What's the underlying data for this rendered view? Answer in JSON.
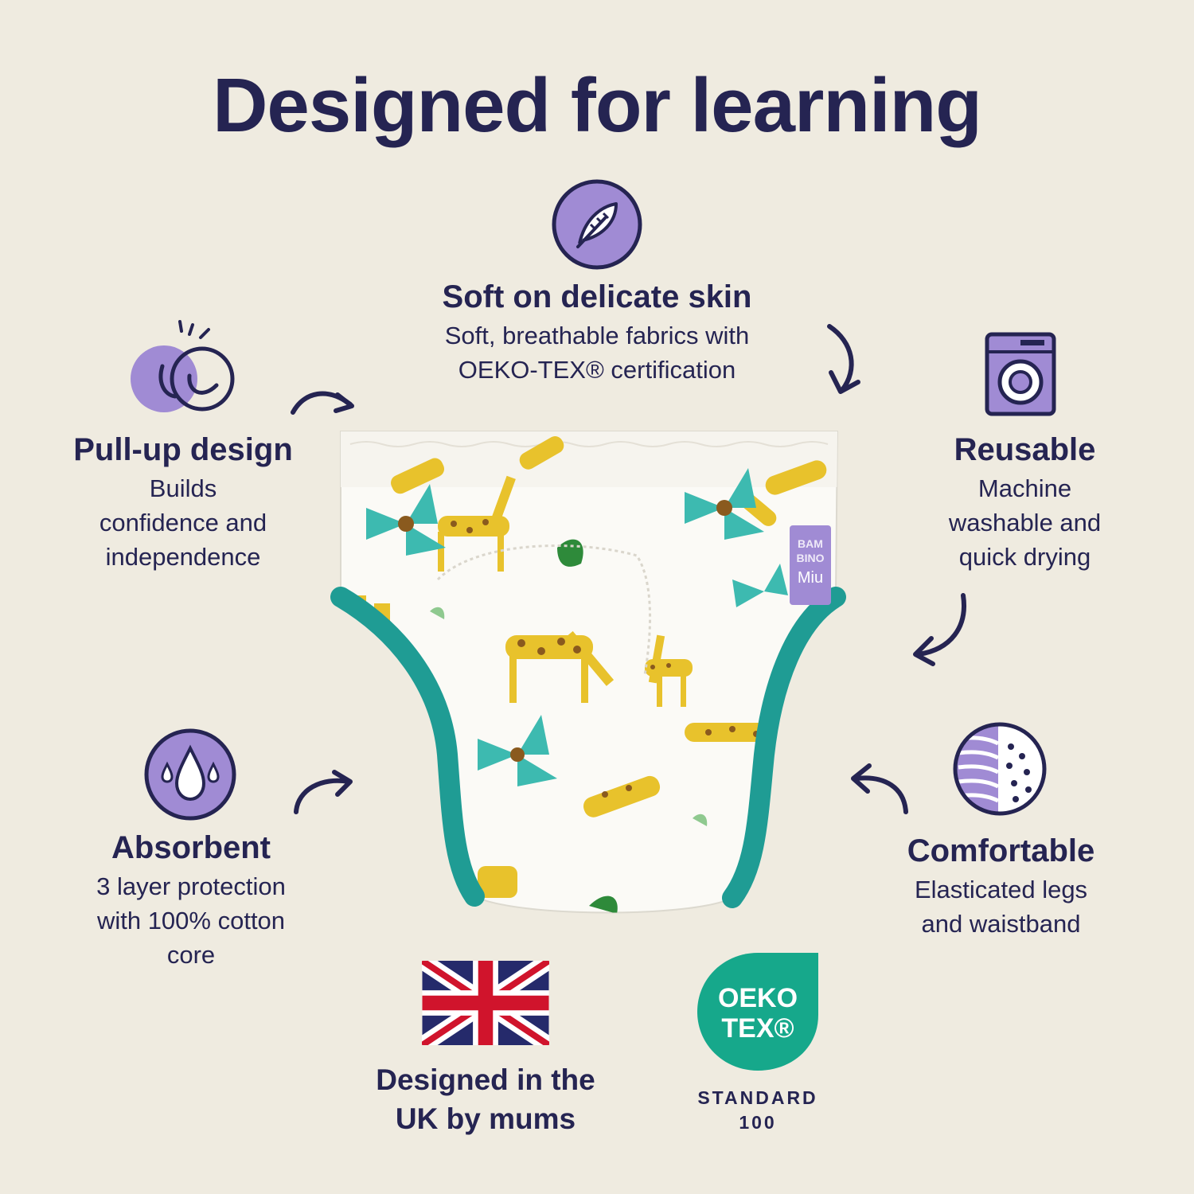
{
  "title": "Designed for learning",
  "features": {
    "soft": {
      "title": "Soft on delicate skin",
      "line1": "Soft, breathable fabrics with",
      "line2": "OEKO-TEX® certification",
      "icon": "feather-icon"
    },
    "pullup": {
      "title": "Pull-up design",
      "line1": "Builds",
      "line2": "confidence and",
      "line3": "independence",
      "icon": "happy-faces-icon"
    },
    "reusable": {
      "title": "Reusable",
      "line1": "Machine",
      "line2": "washable and",
      "line3": "quick drying",
      "icon": "washing-machine-icon"
    },
    "absorbent": {
      "title": "Absorbent",
      "line1": "3 layer protection",
      "line2": "with 100% cotton",
      "line3": "core",
      "icon": "water-drops-icon"
    },
    "comfortable": {
      "title": "Comfortable",
      "line1": "Elasticated legs",
      "line2": "and waistband",
      "icon": "fabric-layers-icon"
    }
  },
  "product": {
    "label_line1": "BAM",
    "label_line2": "BINO",
    "label_line3": "Miu"
  },
  "uk": {
    "line1": "Designed in the",
    "line2": "UK by mums",
    "icon": "union-jack-flag-icon"
  },
  "oeko": {
    "line1": "OEKO",
    "line2": "TEX®",
    "std1": "STANDARD",
    "std2": "100"
  },
  "colors": {
    "navy": "#252452",
    "background": "#efebe0",
    "purple": "#a08bd4",
    "teal": "#1f9c94",
    "oeko_green": "#16a88b",
    "giraffe": "#e8c22c"
  }
}
